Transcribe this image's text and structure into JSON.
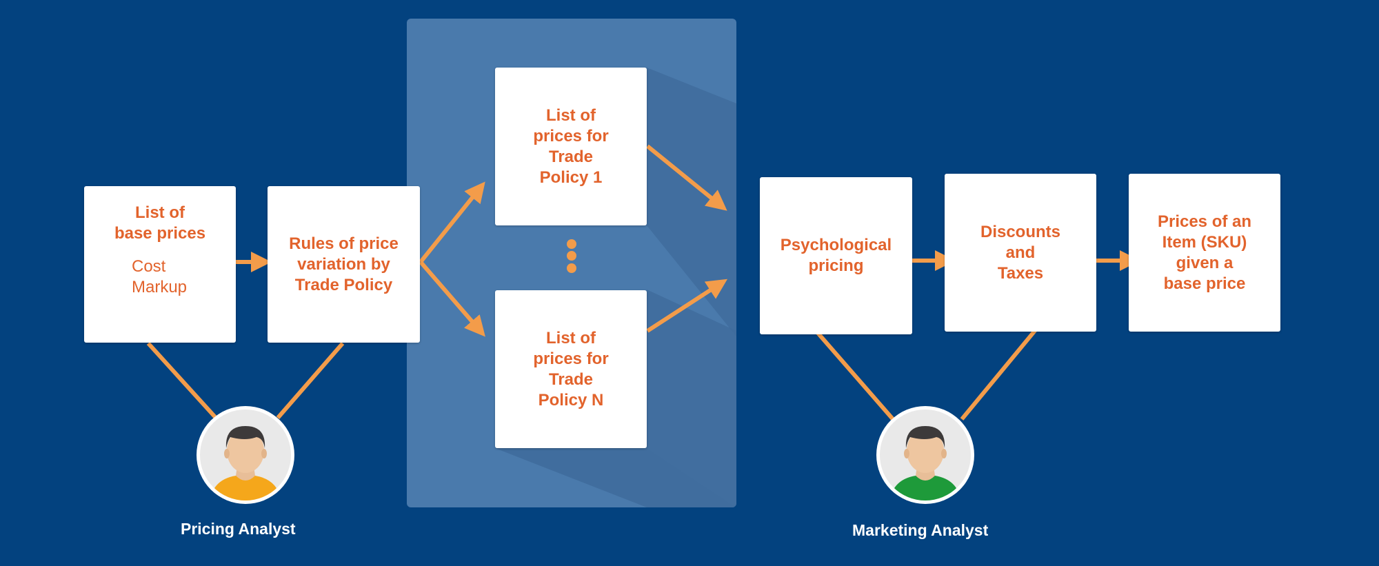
{
  "colors": {
    "background": "#03427F",
    "panel": "#4A7AAC",
    "box": "#FFFFFF",
    "text_accent": "#E2632C",
    "arrow": "#F39C4A",
    "analyst_shirt_pricing": "#F5A71B",
    "analyst_shirt_marketing": "#1E9A3A"
  },
  "boxes": {
    "base_prices": {
      "title": "List of\nbase prices",
      "sub": "Cost\nMarkup"
    },
    "rules": {
      "title": "Rules of price\nvariation by\nTrade Policy"
    },
    "trade_policy_1": {
      "title": "List of\nprices for\nTrade\nPolicy 1"
    },
    "trade_policy_n": {
      "title": "List of\nprices for\nTrade\nPolicy N"
    },
    "psychological": {
      "title": "Psychological\npricing"
    },
    "discounts": {
      "title": "Discounts\nand\nTaxes"
    },
    "final_prices": {
      "title": "Prices of an\nItem (SKU)\ngiven a\nbase price"
    }
  },
  "roles": {
    "pricing_analyst": "Pricing Analyst",
    "marketing_analyst": "Marketing Analyst"
  },
  "icons": {
    "avatar": "person-avatar-icon",
    "ellipsis": "vertical-ellipsis-icon"
  }
}
